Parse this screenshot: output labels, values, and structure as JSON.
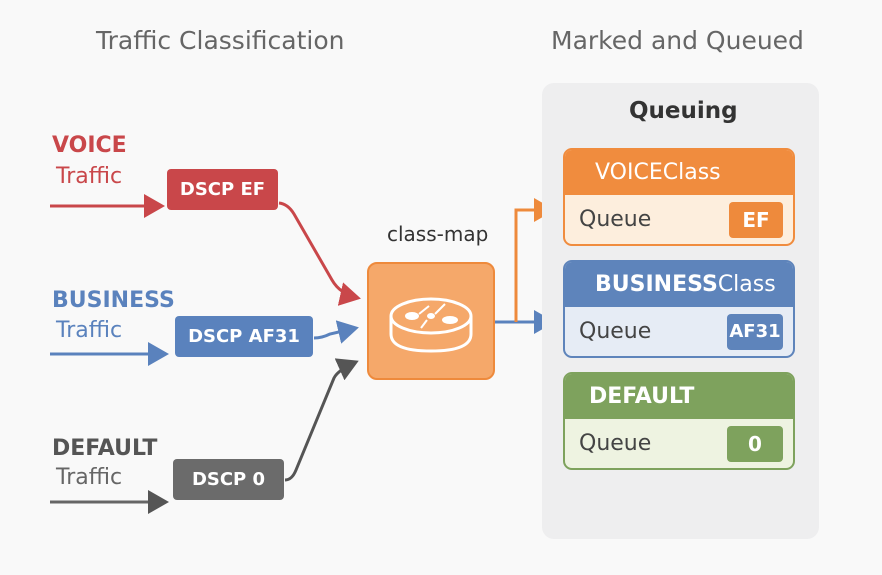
{
  "headings": {
    "left": "Traffic Classification",
    "right": "Marked and Queued"
  },
  "colors": {
    "voice": "#c9474a",
    "business": "#5a82bd",
    "default": "#666666",
    "router_fill": "#f5a86a",
    "router_border": "#ee8a3c",
    "voice_queue": "#f08c3e",
    "voice_queue_bg": "#fdeedd",
    "business_queue": "#5e84bb",
    "business_queue_bg": "#e6ecf5",
    "default_queue": "#7ea25d",
    "default_queue_bg": "#eef3e1"
  },
  "sources": [
    {
      "title": "VOICE",
      "subtitle": "Traffic",
      "dscp_label": "DSCP EF"
    },
    {
      "title": "BUSINESS",
      "subtitle": "Traffic",
      "dscp_label": "DSCP AF31"
    },
    {
      "title": "DEFAULT",
      "subtitle": "Traffic",
      "dscp_label": "DSCP 0"
    }
  ],
  "router": {
    "label": "class-map",
    "icon": "router-icon"
  },
  "queuing": {
    "title": "Queuing",
    "queues": [
      {
        "class_bold": "VOICE",
        "class_rest": " Class",
        "queue_label": "Queue",
        "badge": "EF"
      },
      {
        "class_bold": "BUSINESS",
        "class_rest": " Class",
        "queue_label": "Queue",
        "badge": "AF31"
      },
      {
        "class_bold": "DEFAULT",
        "class_rest": "",
        "queue_label": "Queue",
        "badge": "0"
      }
    ]
  }
}
